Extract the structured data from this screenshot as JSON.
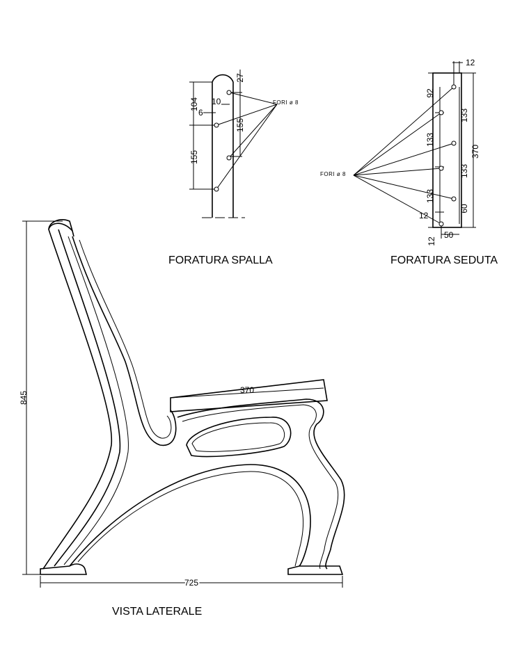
{
  "spalla": {
    "caption": "FORATURA SPALLA",
    "hole_label": "FORI ø 8",
    "dims": [
      "27",
      "104",
      "10",
      "6",
      "155",
      "155"
    ]
  },
  "seduta": {
    "caption": "FORATURA SEDUTA",
    "hole_label": "FORI ø 8",
    "dims": [
      "12",
      "92",
      "133",
      "133",
      "133",
      "133",
      "370",
      "60",
      "12",
      "12",
      "50"
    ]
  },
  "laterale": {
    "caption": "VISTA LATERALE",
    "height_dim": "845",
    "seat_dim": "370",
    "length_dim": "725"
  }
}
